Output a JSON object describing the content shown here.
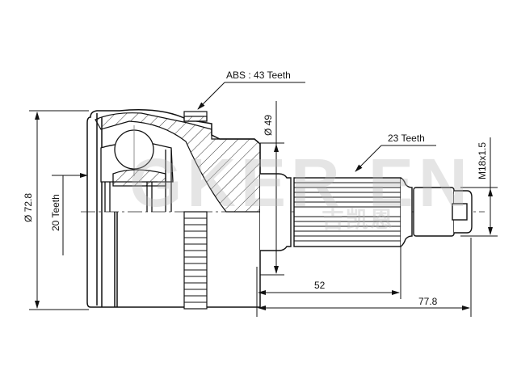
{
  "drawing": {
    "title": "CV joint technical drawing",
    "watermark": {
      "brand": "GKER EN",
      "chinese": "吉凯恩"
    },
    "annotations": {
      "abs": "ABS : 43 Teeth",
      "outer_teeth": "23 Teeth",
      "inner_teeth": "20 Teeth",
      "diameter_outer": "Ø 72.8",
      "diameter_seal": "Ø 49",
      "thread": "M18x1.5",
      "length_spline": "52",
      "length_total": "77.8"
    },
    "colors": {
      "line": "#111111",
      "hatch": "#333333",
      "watermark": "#b4b4b4",
      "background": "#ffffff"
    }
  }
}
